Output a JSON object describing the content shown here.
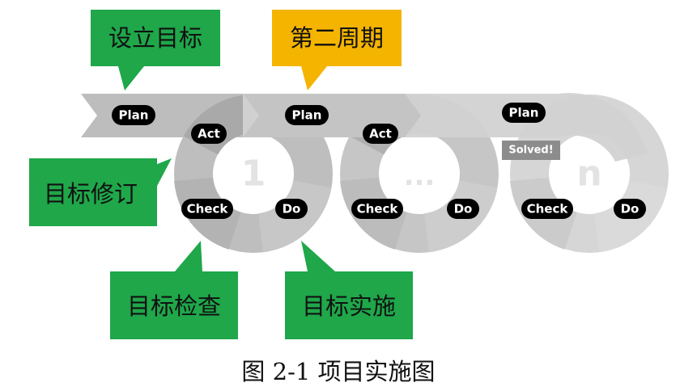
{
  "colors": {
    "callout_green": "#1fa74a",
    "callout_yellow": "#f4b400",
    "band_light": "#cfcfcf",
    "band_mid": "#b9b9b9",
    "band_dark": "#a7a7a7",
    "pill_black": "#000000"
  },
  "callouts": {
    "set_goal": "设立目标",
    "second_cycle": "第二周期",
    "revise_goal": "目标修订",
    "check_goal": "目标检查",
    "implement_goal": "目标实施"
  },
  "labels": {
    "plan": "Plan",
    "act": "Act",
    "check": "Check",
    "do": "Do",
    "solved": "Solved!"
  },
  "cycles": {
    "first": "1",
    "middle": "...",
    "last": "n"
  },
  "caption": "图 2-1 项目实施图"
}
